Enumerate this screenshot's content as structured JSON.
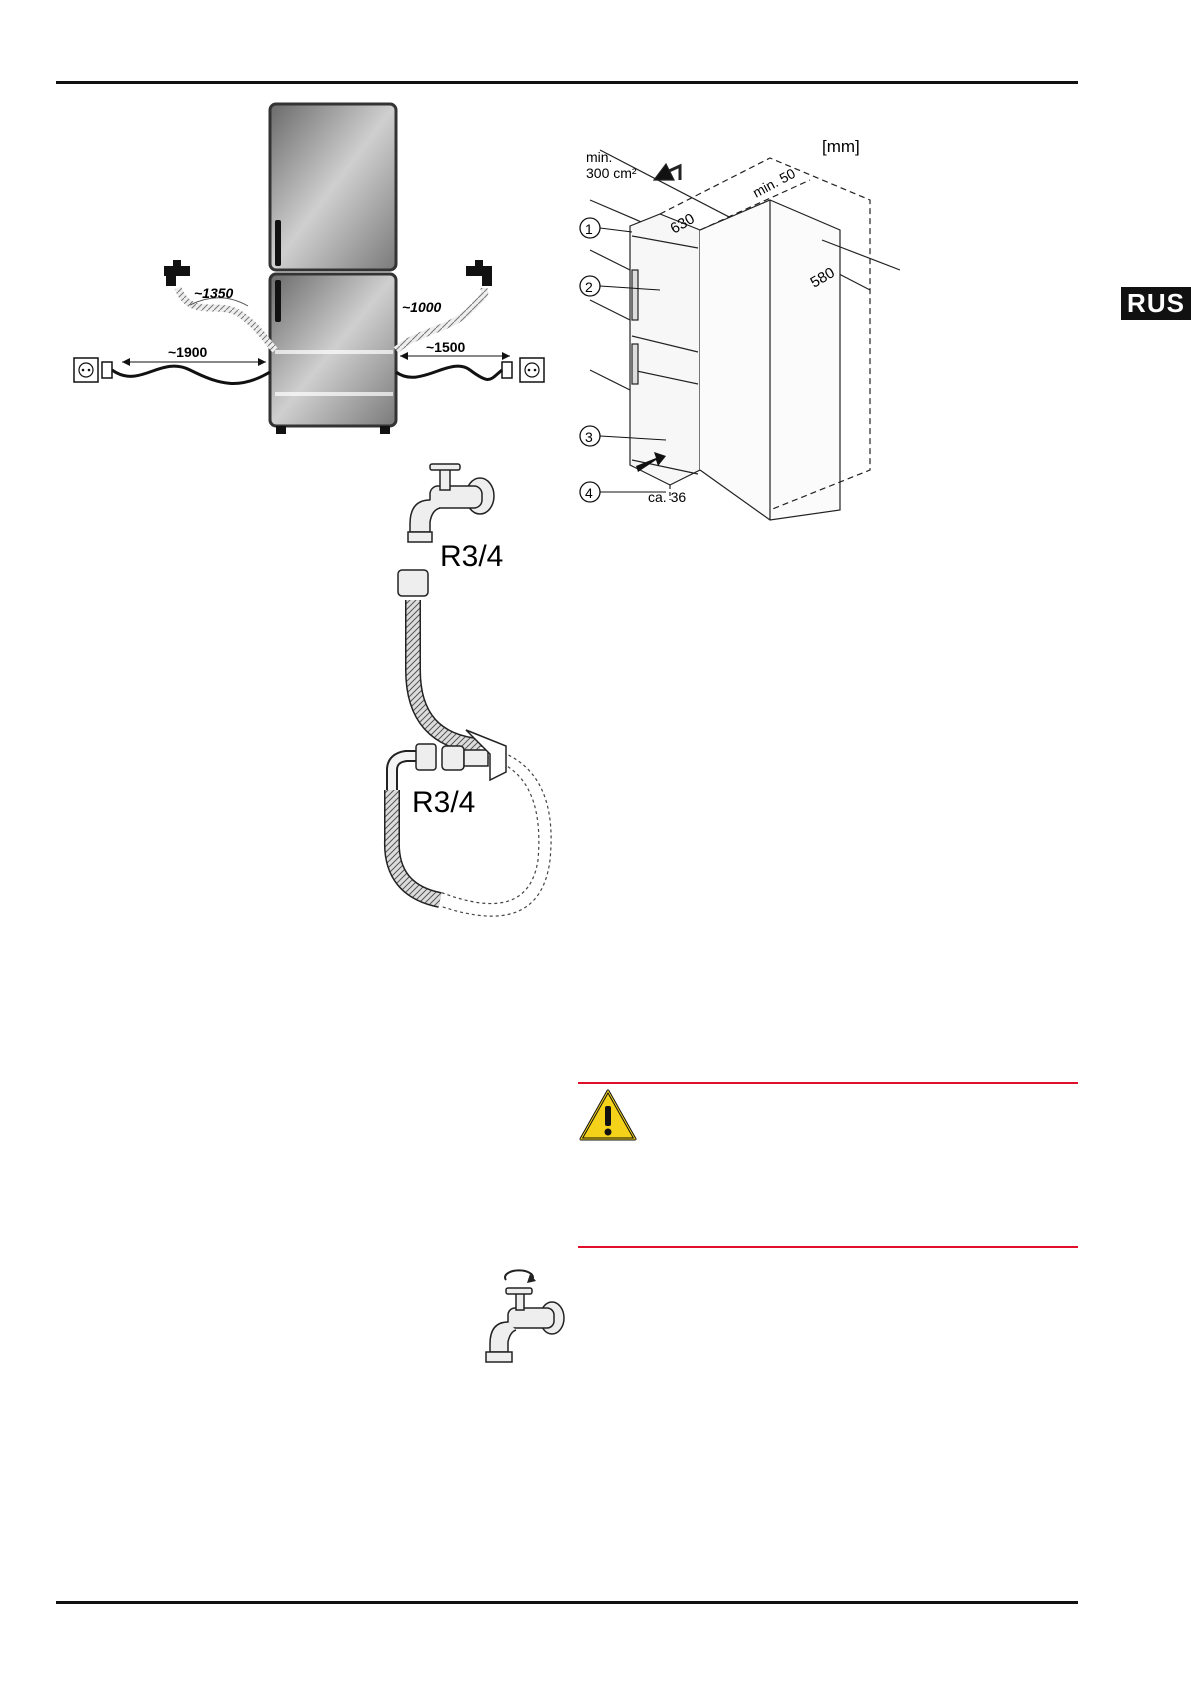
{
  "header": {
    "language_badge": "RUS"
  },
  "figure_connections": {
    "tap_left_hose_length": "~1350",
    "tap_right_hose_length": "~1000",
    "power_left_cable_length": "~1900",
    "power_right_cable_length": "~1500"
  },
  "figure_installation": {
    "unit_label": "[mm]",
    "ventilation_label_line1": "min.",
    "ventilation_label_line2": "300 cm²",
    "top_clearance": "min. 50",
    "depth_dimension": "630",
    "side_depth_dimension": "580",
    "gap_dimension": "ca. 36",
    "callouts": [
      "1",
      "2",
      "3",
      "4"
    ]
  },
  "figure_hose": {
    "tap_thread_label": "R3/4",
    "appliance_thread_label": "R3/4"
  },
  "warning": {
    "color": "#e0102a",
    "icon": "warning-triangle-icon"
  },
  "colors": {
    "badge_bg": "#111111",
    "warning_yellow": "#f4d21a",
    "warning_red": "#e0102a"
  }
}
